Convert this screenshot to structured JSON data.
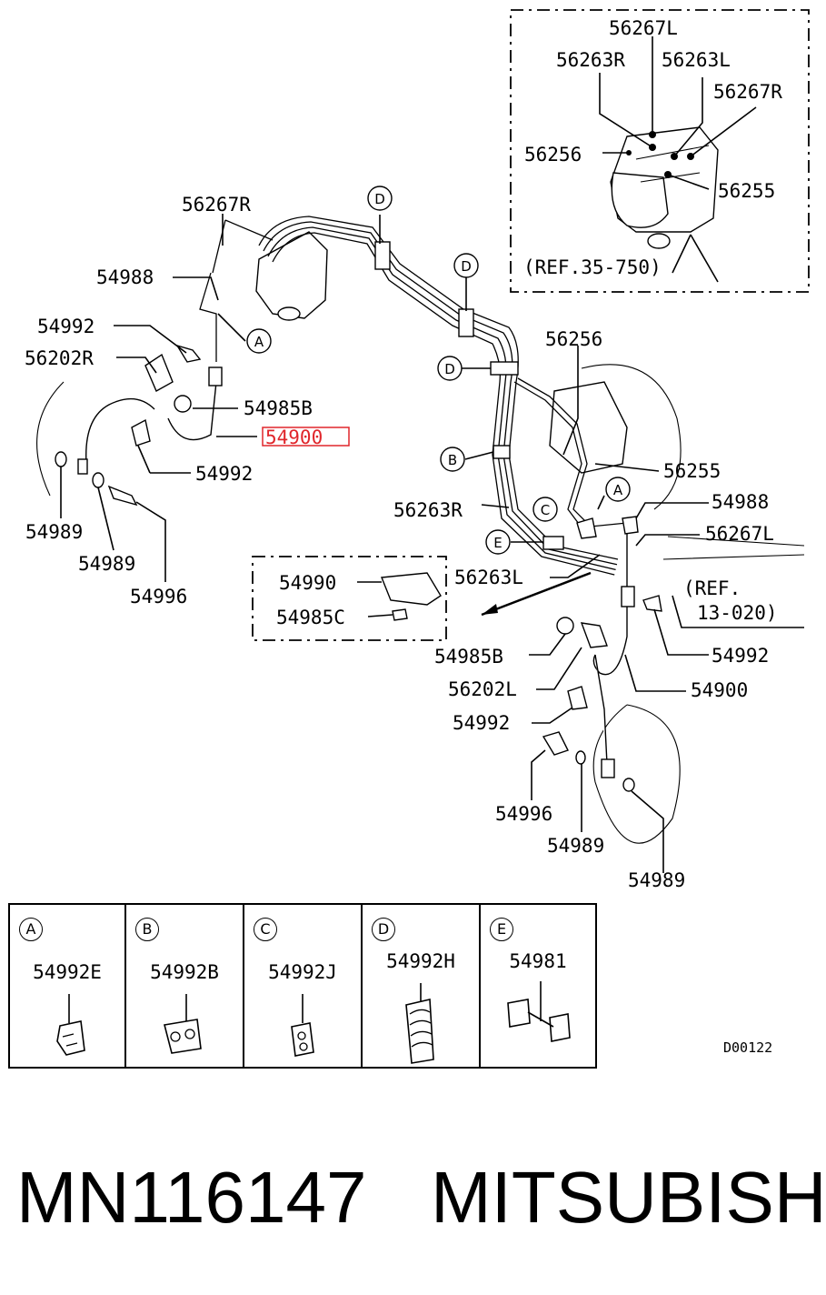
{
  "labels": {
    "inset_56267L": "56267L",
    "inset_56263R": "56263R",
    "inset_56263L": "56263L",
    "inset_56267R": "56267R",
    "inset_56256": "56256",
    "inset_56255": "56255",
    "inset_ref": "(REF.35-750)",
    "l_56267R": "56267R",
    "l_54988_top": "54988",
    "l_54992_a": "54992",
    "l_56202R": "56202R",
    "l_54985B_left": "54985B",
    "l_54900_hl": "54900",
    "l_54992_b": "54992",
    "l_54989_a": "54989",
    "l_54989_b": "54989",
    "l_54996_left": "54996",
    "l_56256": "56256",
    "l_56255": "56255",
    "l_54988_right": "54988",
    "l_56263R": "56263R",
    "l_56267L": "56267L",
    "l_56263L": "56263L",
    "l_ref_1": "(REF.",
    "l_ref_2": "13-020)",
    "l_54990": "54990",
    "l_54985C": "54985C",
    "l_54985B_right": "54985B",
    "l_54992_c": "54992",
    "l_56202L": "56202L",
    "l_54900_right": "54900",
    "l_54992_d": "54992",
    "l_54996_right": "54996",
    "l_54989_c": "54989",
    "l_54989_d": "54989"
  },
  "callouts": {
    "D1": "D",
    "D2": "D",
    "D3": "D",
    "A1": "A",
    "A2": "A",
    "B1": "B",
    "C1": "C",
    "E1": "E"
  },
  "legend": [
    {
      "letter": "A",
      "part": "54992E"
    },
    {
      "letter": "B",
      "part": "54992B"
    },
    {
      "letter": "C",
      "part": "54992J"
    },
    {
      "letter": "D",
      "part": "54992H"
    },
    {
      "letter": "E",
      "part": "54981"
    }
  ],
  "diagram_code": "D00122",
  "footer": {
    "part_number": "MN116147",
    "brand": "MITSUBISHI"
  },
  "colors": {
    "highlight": "#e0262b"
  }
}
